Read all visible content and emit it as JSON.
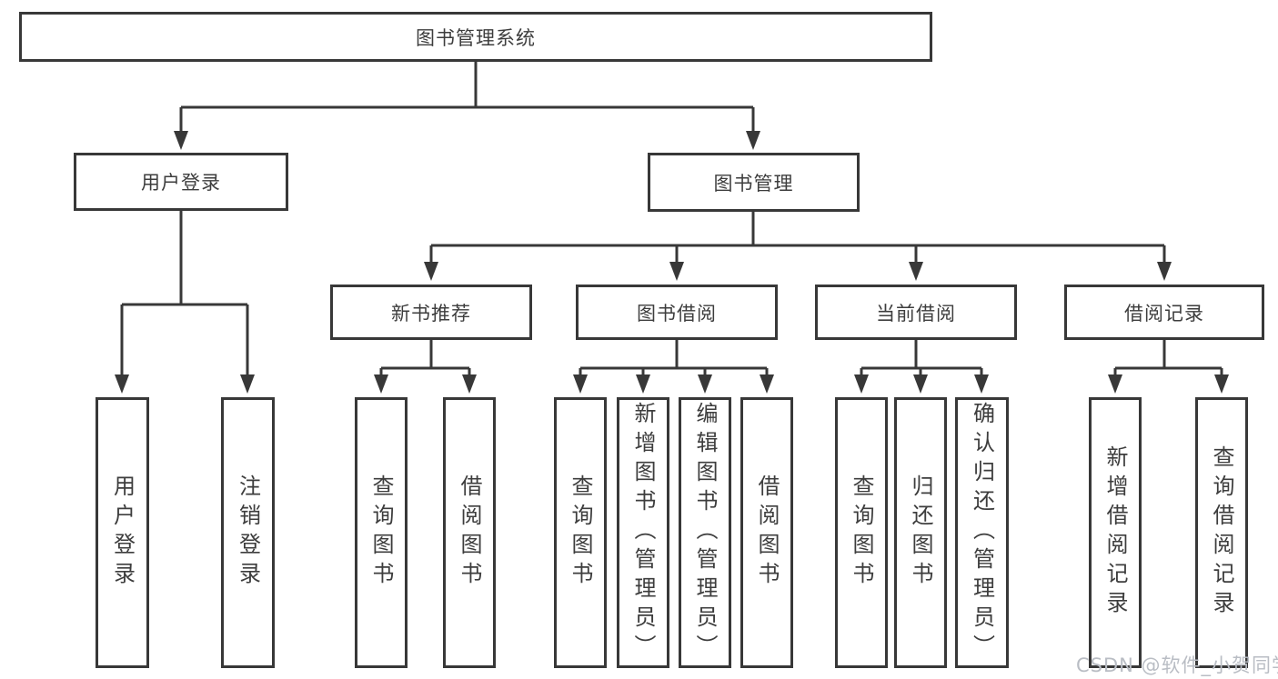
{
  "diagram": {
    "root": "图书管理系统",
    "level1": [
      {
        "label": "用户登录"
      },
      {
        "label": "图书管理"
      }
    ],
    "level2": [
      {
        "label": "新书推荐"
      },
      {
        "label": "图书借阅"
      },
      {
        "label": "当前借阅"
      },
      {
        "label": "借阅记录"
      }
    ],
    "leaves_login": [
      "用户登录",
      "注销登录"
    ],
    "leaves_newbook": [
      "查询图书",
      "借阅图书"
    ],
    "leaves_borrow": [
      "查询图书",
      "新增图书（管理员）",
      "编辑图书（管理员）",
      "借阅图书"
    ],
    "leaves_current": [
      "查询图书",
      "归还图书",
      "确认归还（管理员）"
    ],
    "leaves_records": [
      "新增借阅记录",
      "查询借阅记录"
    ]
  },
  "watermark": "CSDN @软件_小贺同学",
  "colors": {
    "line": "#383838",
    "border": "#383838",
    "text": "#3d3d3d",
    "background": "#ffffff",
    "watermark": "#b9bdc4"
  }
}
